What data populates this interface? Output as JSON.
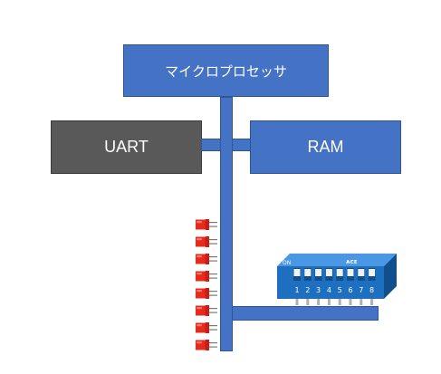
{
  "cpu": {
    "label": "マイクロプロセッサ"
  },
  "uart": {
    "label": "UART"
  },
  "ram": {
    "label": "RAM"
  },
  "dip": {
    "on_label": "ON",
    "numbers": [
      "1",
      "2",
      "3",
      "4",
      "5",
      "6",
      "7",
      "8"
    ],
    "logo": "ᴀᴄᴇ"
  },
  "leds": {
    "count": 8
  },
  "colors": {
    "block_blue": "#4472c4",
    "block_border": "#2f5597",
    "uart_gray": "#595959",
    "led_red": "#e8291d",
    "dip_blue": "#1e6fc0"
  }
}
